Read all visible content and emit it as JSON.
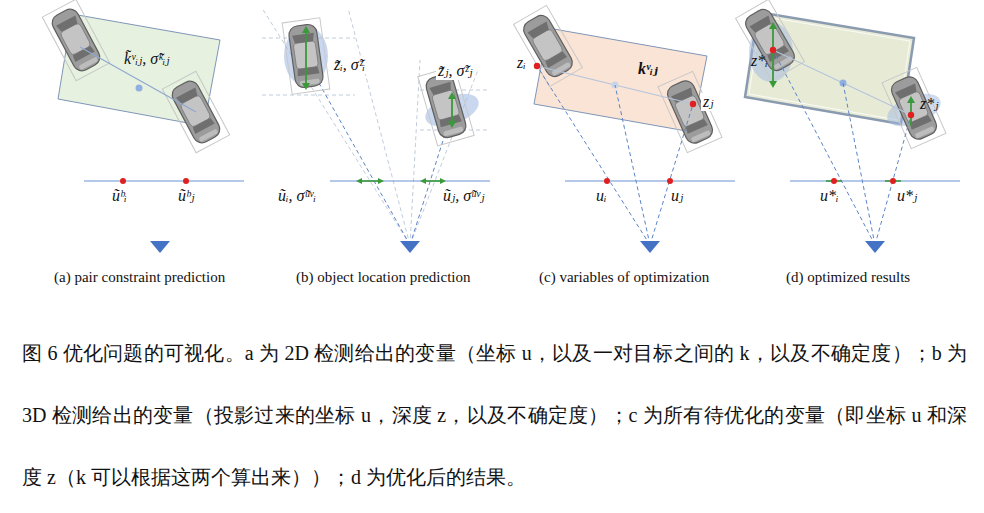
{
  "diagram": {
    "caption": "图 6  优化问题的可视化。a 为 2D 检测给出的变量（坐标 u，以及一对目标之间的 k，以及不确定度）；b 为 3D 检测给出的变量（投影过来的坐标 u，深度 z，以及不确定度）；c 为所有待优化的变量（即坐标 u 和深度 z（k 可以根据这两个算出来））；d 为优化后的结果。",
    "labels": [
      "k̃ᵛᵢⱼ, σ̃ᵏᵢⱼ",
      "ũᵇᵢ",
      "ũᵇⱼ",
      "(a) pair constraint prediction",
      "z̃ᵢ, σ̃ᶻᵢ",
      "z̃ⱼ, σ̃ᶻⱼ",
      "ũᵢ, σ̃ᵘᵛᵢ",
      "ũⱼ, σ̃ᵘᵛⱼ",
      "(b) object location prediction",
      "zᵢ",
      "kᵛᵢⱼ",
      "zⱼ",
      "uᵢ",
      "uⱼ",
      "(c) variables of optimization",
      "z*ᵢ",
      "z*ⱼ",
      "u*ᵢ",
      "u*ⱼ",
      "(d) optimized results"
    ]
  }
}
